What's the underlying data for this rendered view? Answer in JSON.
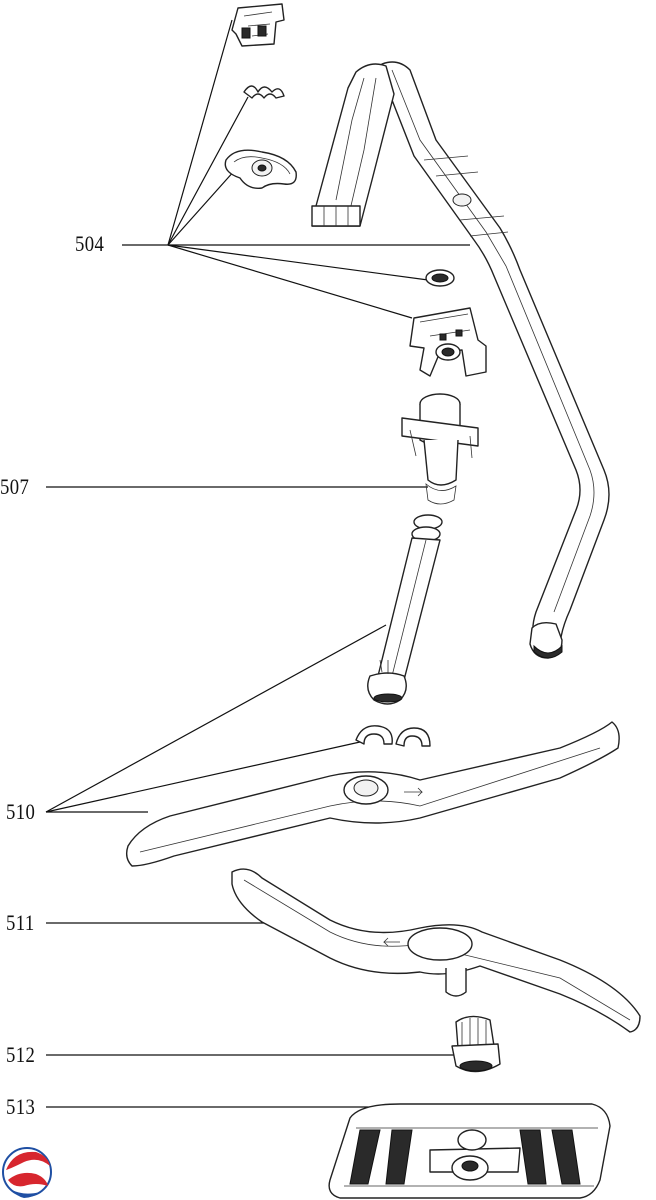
{
  "callouts": {
    "c504": "504",
    "c507": "507",
    "c510": "510",
    "c511": "511",
    "c512": "512",
    "c513": "513"
  },
  "icons": {
    "logo": "brand-swirl-logo"
  },
  "colors": {
    "logo_red": "#d7262e",
    "logo_blue": "#1f4fa3",
    "line": "#111111"
  }
}
